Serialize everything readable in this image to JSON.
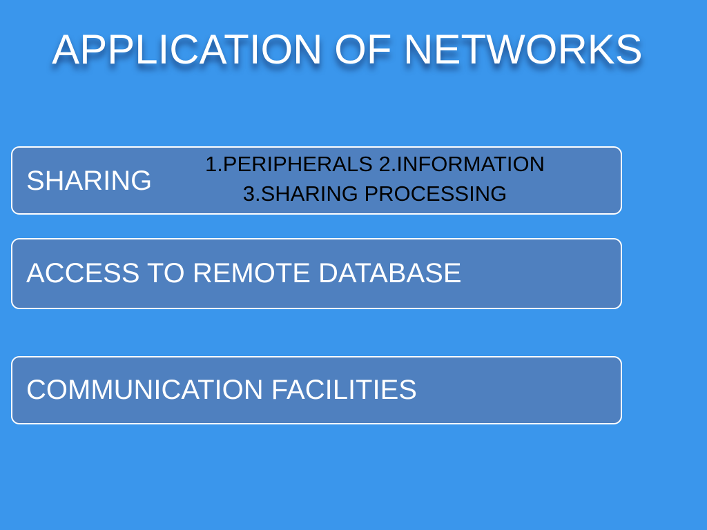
{
  "title": "APPLICATION OF NETWORKS",
  "items": [
    {
      "label": "SHARING",
      "details": [
        "1.PERIPHERALS 2.INFORMATION",
        "3.SHARING PROCESSING"
      ]
    },
    {
      "label": "ACCESS TO REMOTE DATABASE"
    },
    {
      "label": "COMMUNICATION FACILITIES"
    }
  ],
  "colors": {
    "background": "#3a96ec",
    "box_fill": "#4f80bf",
    "box_border": "#ffffff",
    "title_text": "#ffffff",
    "detail_text": "#000000"
  }
}
